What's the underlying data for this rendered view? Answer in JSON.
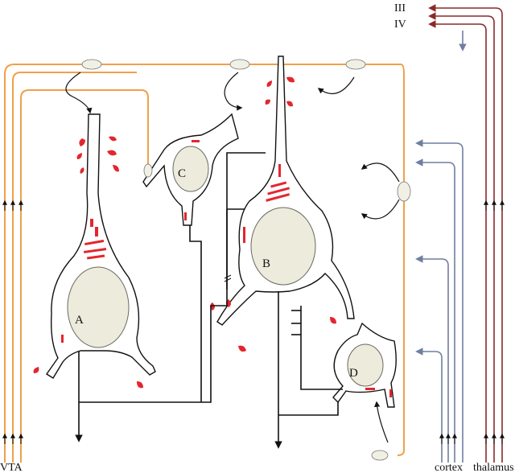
{
  "labels": {
    "layer_iii": "III",
    "layer_iv": "IV",
    "vta": "VTA",
    "cortex": "cortex",
    "thalamus": "thalamus"
  },
  "cells": {
    "a": "A",
    "b": "B",
    "c": "C",
    "d": "D"
  },
  "colors": {
    "dopamine_fiber": "#f0a04b",
    "cortical_input": "#6f7fa0",
    "thalamic_input": "#8b2a2a",
    "spine_red": "#e3262e",
    "nucleus_fill": "#ecebdc"
  }
}
